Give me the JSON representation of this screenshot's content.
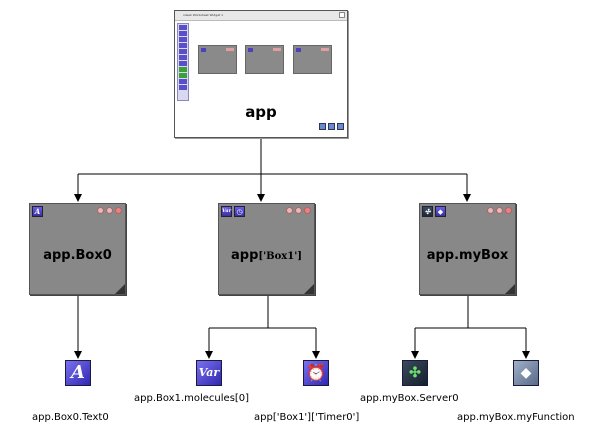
{
  "root": {
    "label": "app",
    "window_title": "xdesk Worksheet Widget 1"
  },
  "boxes": [
    {
      "label_main": "app.Box0",
      "label_sub": ""
    },
    {
      "label_main": "app",
      "label_sub": "['Box1']"
    },
    {
      "label_main": "app.myBox",
      "label_sub": ""
    }
  ],
  "icons": {
    "text": "A",
    "var": "Var"
  },
  "leaves": [
    {
      "caption": "app.Box0.Text0",
      "icon": "text-icon"
    },
    {
      "caption": "app.Box1.molecules[0]",
      "icon": "var-icon"
    },
    {
      "caption": "app['Box1']['Timer0']",
      "icon": "alarm-clock-icon"
    },
    {
      "caption": "app.myBox.Server0",
      "icon": "server-icon"
    },
    {
      "caption": "app.myBox.myFunction",
      "icon": "function-icon"
    }
  ]
}
